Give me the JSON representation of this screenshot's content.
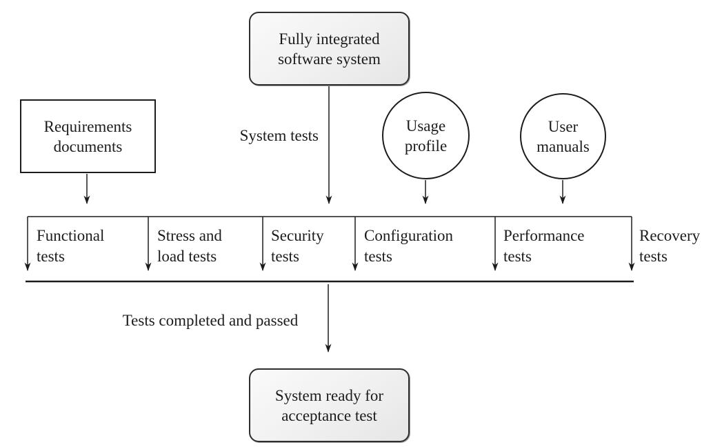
{
  "colors": {
    "line": "#1c1c1c",
    "text": "#1c1c1c",
    "rounded_node_fill_light": "#fafafa",
    "rounded_node_fill_dark": "#e6e6e6",
    "plain_node_fill": "#ffffff"
  },
  "nodes": {
    "fully_integrated": {
      "line1": "Fully integrated",
      "line2": "software system"
    },
    "requirements": {
      "line1": "Requirements",
      "line2": "documents"
    },
    "usage_profile": {
      "line1": "Usage",
      "line2": "profile"
    },
    "user_manuals": {
      "line1": "User",
      "line2": "manuals"
    },
    "system_ready": {
      "line1": "System ready for",
      "line2": "acceptance test"
    }
  },
  "edge_labels": {
    "system_tests": "System tests",
    "tests_completed": "Tests completed and passed"
  },
  "test_band": {
    "columns": [
      {
        "line1": "Functional",
        "line2": "tests"
      },
      {
        "line1": "Stress and",
        "line2": "load tests"
      },
      {
        "line1": "Security",
        "line2": "tests"
      },
      {
        "line1": "Configuration",
        "line2": "tests"
      },
      {
        "line1": "Performance",
        "line2": "tests"
      },
      {
        "line1": "Recovery",
        "line2": "tests"
      }
    ]
  }
}
